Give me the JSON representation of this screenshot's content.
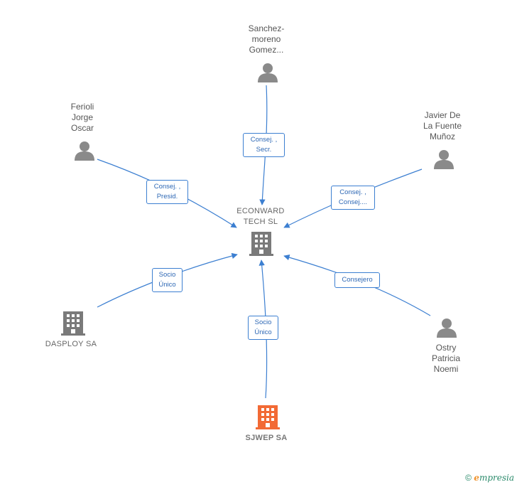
{
  "center": {
    "name": "ECONWARD\nTECH  SL"
  },
  "people": [
    {
      "id": "sanchez",
      "name": "Sanchez-\nmoreno\nGomez..."
    },
    {
      "id": "ferioli",
      "name": "Ferioli\nJorge\nOscar"
    },
    {
      "id": "javier",
      "name": "Javier De\nLa Fuente\nMuñoz"
    },
    {
      "id": "ostry",
      "name": "Ostry\nPatricia\nNoemi"
    }
  ],
  "companies": [
    {
      "id": "dasploy",
      "name": "DASPLOY SA"
    },
    {
      "id": "sjwep",
      "name": "SJWEP SA"
    }
  ],
  "relations": [
    {
      "id": "sanchez",
      "label": "Consej. ,\nSecr."
    },
    {
      "id": "ferioli",
      "label": "Consej. ,\nPresid."
    },
    {
      "id": "javier",
      "label": "Consej. ,\nConsej...."
    },
    {
      "id": "ostry",
      "label": "Consejero"
    },
    {
      "id": "dasploy",
      "label": "Socio\nÚnico"
    },
    {
      "id": "sjwep",
      "label": "Socio\nÚnico"
    }
  ],
  "footer": {
    "copyright": "©",
    "brand_initial": "e",
    "brand_rest": "mpresia"
  },
  "colors": {
    "edge": "#3c7fd1",
    "person": "#8a8a8a",
    "company": "#7a7a7a",
    "highlight": "#f26a35"
  }
}
